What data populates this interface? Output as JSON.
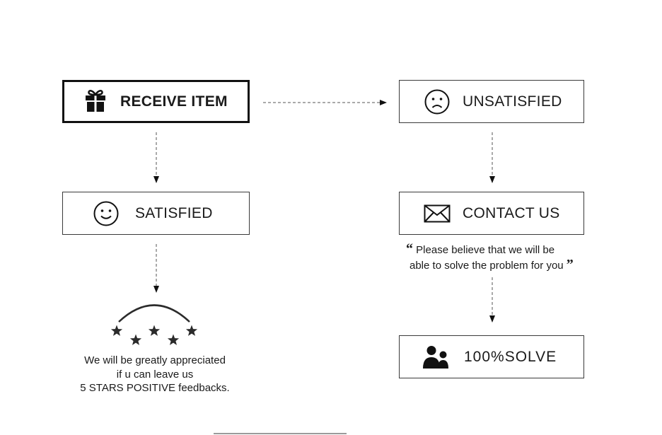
{
  "flow": {
    "receive": {
      "label": "RECEIVE ITEM",
      "icon": "gift-icon"
    },
    "unsatisfied": {
      "label": "UNSATISFIED",
      "icon": "sad-face-icon"
    },
    "satisfied": {
      "label": "SATISFIED",
      "icon": "smile-face-icon"
    },
    "contact": {
      "label": "CONTACT US",
      "icon": "envelope-icon"
    },
    "solve": {
      "label": "100%SOLVE",
      "icon": "people-icon"
    }
  },
  "quote": {
    "open_mark": "“",
    "line1": "Please believe that we will be",
    "line2": "able to solve the problem for you",
    "close_mark": "”"
  },
  "appreciation": {
    "line1": "We will be greatly appreciated",
    "line2": "if u can leave us",
    "line3": "5 STARS POSITIVE feedbacks.",
    "rating": 5,
    "icon": "star-icon"
  },
  "colors": {
    "ink": "#1a1a1a",
    "border": "#3a3a3a",
    "arrow": "#555555"
  }
}
